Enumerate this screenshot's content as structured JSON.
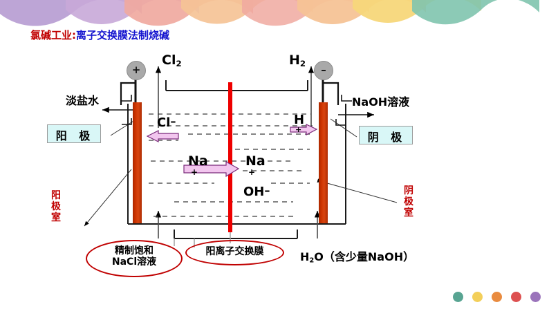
{
  "slide": {
    "title_red": "氯碱工业:",
    "title_blue": "离子交换膜法制烧碱"
  },
  "header_wave": {
    "colors": [
      "#b9a0d4",
      "#c8a8d8",
      "#f0a9a0",
      "#f5c396",
      "#f7d77a",
      "#7fc4ae"
    ]
  },
  "diagram": {
    "gas_left": "Cl",
    "gas_left_sub": "2",
    "gas_right": "H",
    "gas_right_sub": "2",
    "terminal_positive": "+",
    "terminal_negative": "–",
    "inlet_left_label": "淡盐水",
    "outlet_right_label": "NaOH溶液",
    "electrode_left_box": "阳  极",
    "electrode_right_box": "阴  极",
    "chamber_left": "阳极室",
    "chamber_right": "阴极室",
    "ion_chloride": "Cl",
    "ion_chloride_charge": "–",
    "ion_sodium_left": "Na",
    "ion_sodium_left_charge": "+",
    "ion_sodium_right": "Na",
    "ion_sodium_right_charge": "+",
    "ion_hydrogen": "H",
    "ion_hydrogen_charge": "+",
    "ion_hydroxide": "OH",
    "ion_hydroxide_charge": "–",
    "callout_brine": "精制饱和\nNaCl溶液",
    "callout_membrane": "阳离子交换膜",
    "feed_water": "H",
    "feed_water_sub": "2",
    "feed_water_rest": "O（含少量NaOH）",
    "colors": {
      "electrode": "#cc3300",
      "membrane": "#ee0000",
      "ion_arrow_fill": "#f2c6ee",
      "ion_arrow_stroke": "#7a2b7a",
      "callout_outline": "#c00000",
      "electrode_box_fill": "#d9f7f7",
      "terminal_fill": "#a9a9a9"
    }
  },
  "footer_dots": {
    "colors": [
      "#58a492",
      "#f3cf5a",
      "#e98b3f",
      "#dd5050",
      "#9b74bb"
    ]
  }
}
